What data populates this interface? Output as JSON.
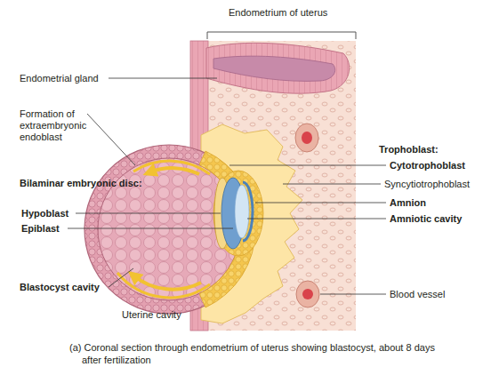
{
  "diagram": {
    "caption": "(a) Coronal section through endometrium of uterus showing blastocyst, about 8 days after fertilization",
    "labels": [
      "Endometrium of uterus",
      "Endometrial gland",
      "Formation of extraembryonic endoblast",
      "Bilaminar embryonic disc:",
      "Hypoblast",
      "Epiblast",
      "Blastocyst cavity",
      "Uterine cavity",
      "Trophoblast:",
      "Cytotrophoblast",
      "Syncytiotrophoblast",
      "Amnion",
      "Amniotic cavity",
      "Blood vessel"
    ]
  }
}
